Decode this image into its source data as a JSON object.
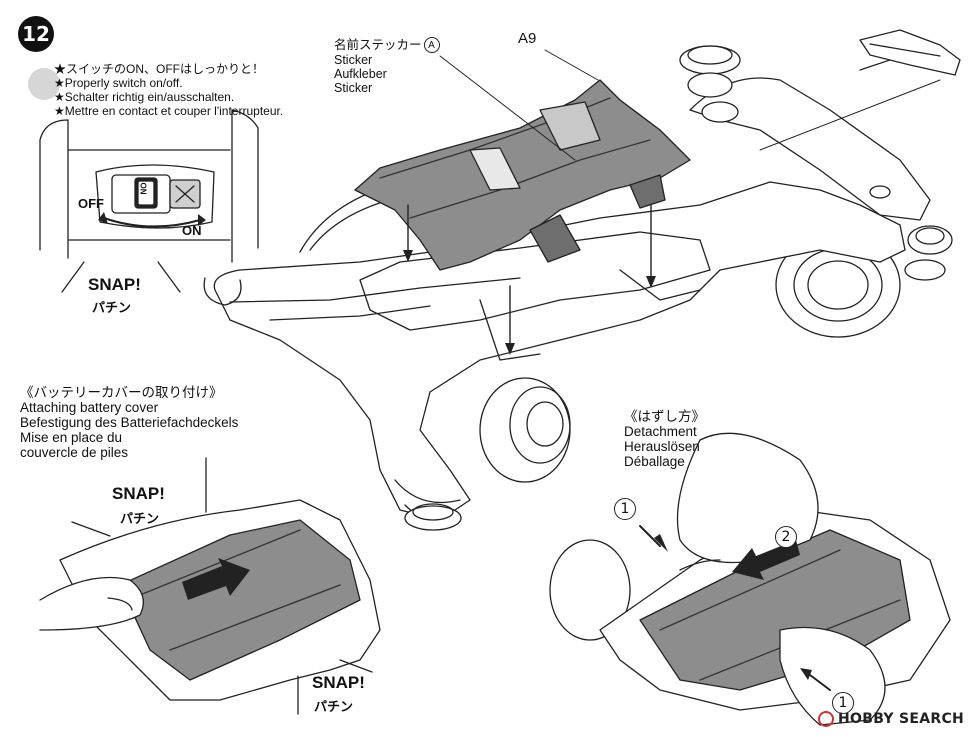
{
  "step": {
    "number": "12"
  },
  "notes": [
    "★スイッチのON、OFFはしっかりと！",
    "★Properly switch on/off.",
    "★Schalter richtig ein/ausschalten.",
    "★Mettre en contact et couper l'interrupteur."
  ],
  "switch_panel": {
    "off_label": "OFF",
    "on_label": "ON",
    "switch_text": "ON"
  },
  "snap_top": {
    "en": "SNAP!",
    "jp": "パチン"
  },
  "sticker": {
    "jp": "名前ステッカー",
    "circle": "A",
    "lines": [
      "Sticker",
      "Aufkleber",
      "Sticker"
    ]
  },
  "part_label": "A9",
  "attach": {
    "title_jp": "《バッテリーカバーの取り付け》",
    "lines": [
      "Attaching battery cover",
      "Befestigung des Batteriefachdeckels",
      "Mise en place du",
      "couvercle de piles"
    ]
  },
  "snap_mid": {
    "en": "SNAP!",
    "jp": "パチン"
  },
  "snap_bottom": {
    "en": "SNAP!",
    "jp": "パチン"
  },
  "detach": {
    "title_jp": "《はずし方》",
    "lines": [
      "Detachment",
      "Herauslösen",
      "Déballage"
    ]
  },
  "step_markers": {
    "one": "1",
    "two": "2",
    "one_b": "1"
  },
  "watermark": "HOBBY SEARCH"
}
